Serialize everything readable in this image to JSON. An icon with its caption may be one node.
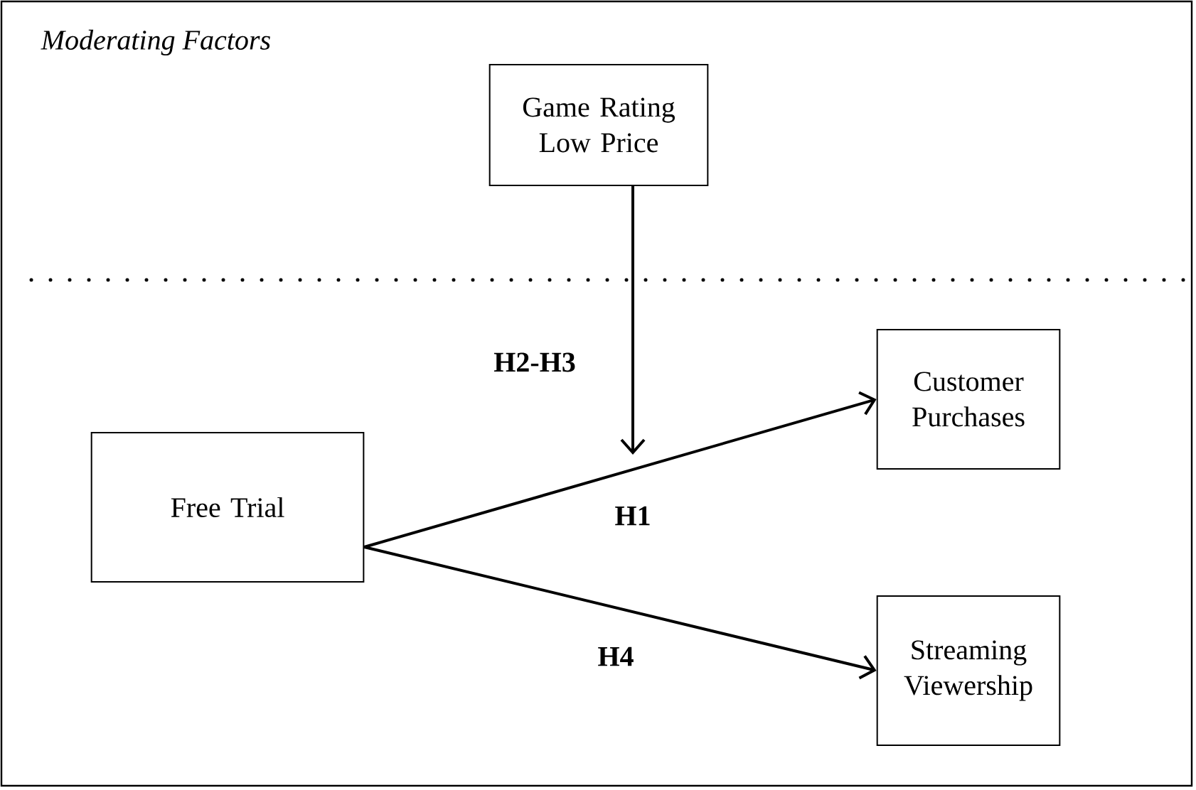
{
  "diagram": {
    "nodes": [
      {
        "text": [
          "Game Rating Low Price"
        ]
      },
      {
        "text": [
          "Free Trial"
        ]
      },
      {
        "text": [
          "Customer Purchases"
        ]
      },
      {
        "text": [
          "Streaming Viewership"
        ]
      }
    ],
    "edges": [
      {
        "from": 1,
        "to": 2,
        "arrow": "to",
        "label": "H1"
      },
      {
        "from": 1,
        "to": 3,
        "arrow": "to",
        "label": "H4"
      },
      {
        "from": 0,
        "to": null,
        "arrow": "to",
        "label": "H2-H3"
      }
    ],
    "labels": [
      "Moderating Factors"
    ]
  }
}
